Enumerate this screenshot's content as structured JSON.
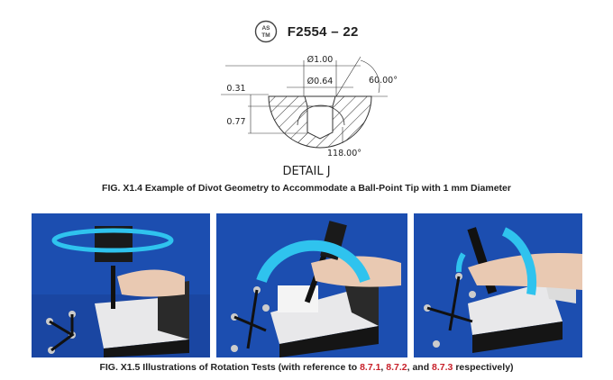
{
  "header": {
    "logo": "astm-logo-icon",
    "standard_number": "F2554 – 22"
  },
  "figure_x1_4": {
    "dimensions": {
      "outer_diameter": "Ø1.00",
      "inner_diameter": "Ø0.64",
      "angle_top": "60.00°",
      "depth_top": "0.31",
      "depth_total": "0.77",
      "cone_angle": "118.00°"
    },
    "detail_label": "DETAIL J",
    "caption": "FIG. X1.4 Example of Divot Geometry to Accommodate a Ball-Point Tip with 1 mm Diameter"
  },
  "figure_x1_5": {
    "photos": [
      {
        "name": "rotation-test-1",
        "arrow": "horizontal-rotation-arrow"
      },
      {
        "name": "rotation-test-2",
        "arrow": "arc-rotation-arrow"
      },
      {
        "name": "rotation-test-3",
        "arrow": "tilt-rotation-arrow"
      }
    ],
    "caption_prefix": "FIG. X1.5 Illustrations of Rotation Tests (with reference to ",
    "ref1": "8.7.1",
    "sep1": ", ",
    "ref2": "8.7.2",
    "sep2": ", and ",
    "ref3": "8.7.3",
    "caption_suffix": " respectively)",
    "ref_color": "#c8202a"
  }
}
